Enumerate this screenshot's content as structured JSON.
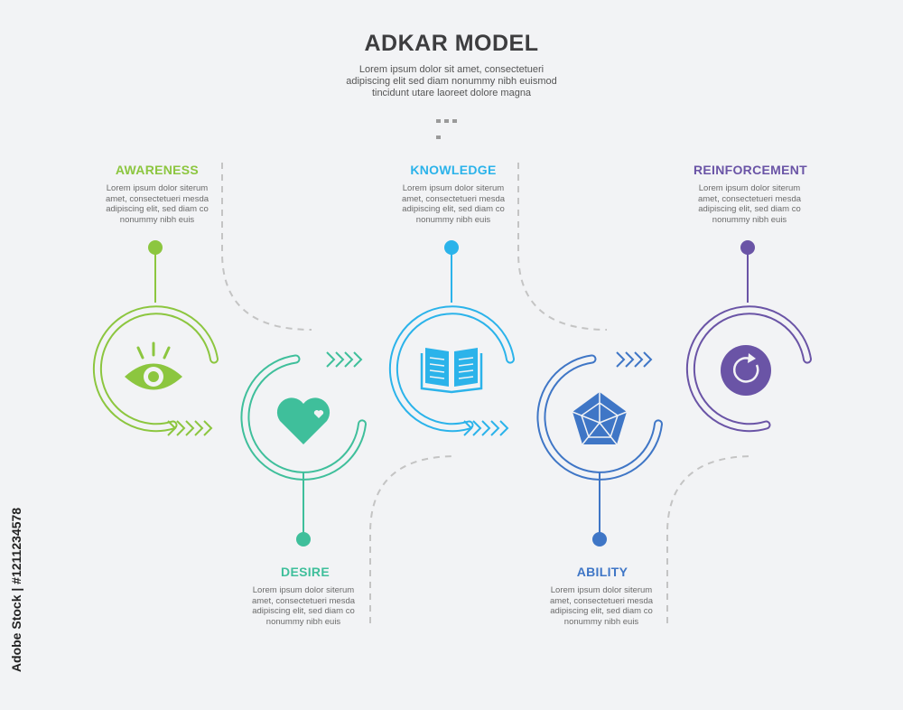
{
  "header": {
    "title": "ADKAR MODEL",
    "subtitle_lines": [
      "Lorem ipsum dolor sit amet, consectetueri",
      "adipiscing elit sed diam nonummy nibh euismod",
      "tincidunt utare laoreet dolore magna"
    ]
  },
  "steps": [
    {
      "title": "AWARENESS",
      "color": "#8cc63f",
      "icon": "eye-icon",
      "text_lines": [
        "Lorem ipsum dolor siterum",
        "amet, consectetueri mesda",
        "adipiscing elit, sed diam co",
        "nonummy nibh euis"
      ]
    },
    {
      "title": "DESIRE",
      "color": "#3fbf9b",
      "icon": "heart-icon",
      "text_lines": [
        "Lorem ipsum dolor siterum",
        "amet, consectetueri mesda",
        "adipiscing elit, sed diam co",
        "nonummy nibh euis"
      ]
    },
    {
      "title": "KNOWLEDGE",
      "color": "#2bb3ea",
      "icon": "open-book-icon",
      "text_lines": [
        "Lorem ipsum dolor siterum",
        "amet, consectetueri mesda",
        "adipiscing elit, sed diam co",
        "nonummy nibh euis"
      ]
    },
    {
      "title": "ABILITY",
      "color": "#3f76c6",
      "icon": "pentagon-web-icon",
      "text_lines": [
        "Lorem ipsum dolor siterum",
        "amet, consectetueri mesda",
        "adipiscing elit, sed diam co",
        "nonummy nibh euis"
      ]
    },
    {
      "title": "REINFORCEMENT",
      "color": "#6a54a6",
      "icon": "refresh-icon",
      "text_lines": [
        "Lorem ipsum dolor siterum",
        "amet, consectetueri mesda",
        "adipiscing elit, sed diam co",
        "nonummy nibh euis"
      ]
    }
  ],
  "watermark": {
    "text": "Adobe Stock | #1211234578"
  }
}
